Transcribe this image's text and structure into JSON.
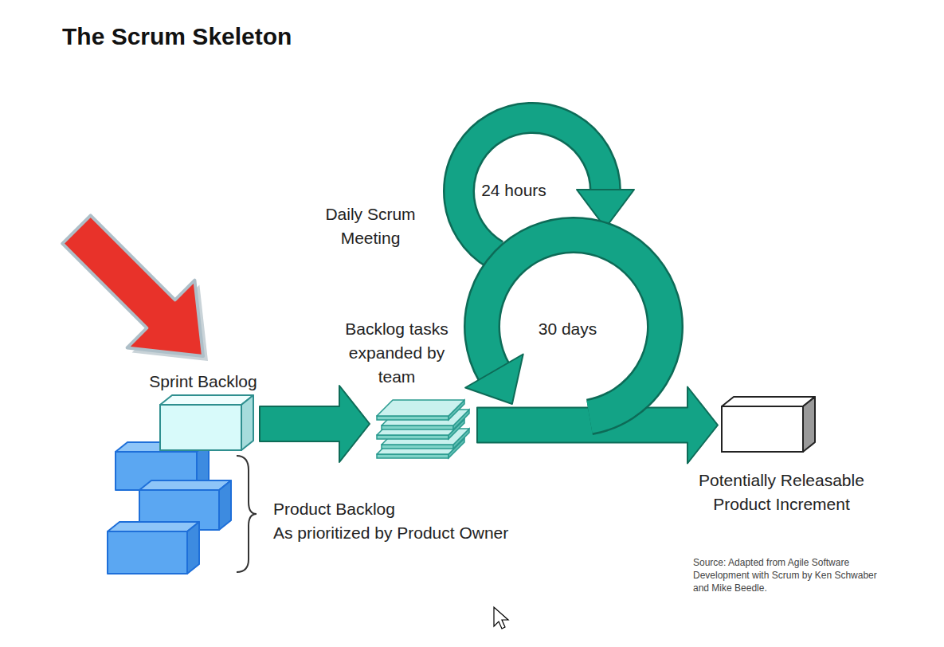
{
  "diagram": {
    "title": "The Scrum Skeleton",
    "caption": "Source: Adapted from Agile Software Development with Scrum by Ken Schwaber and Mike Beedle.",
    "nodes": [
      {
        "text": [
          "Sprint Backlog"
        ]
      },
      {
        "text": [
          "Backlog tasks expanded by team"
        ]
      },
      {
        "text": [
          "Potentially Releasable Product Increment"
        ]
      }
    ],
    "edges": [
      {
        "from": 0,
        "to": 1,
        "arrow": "to"
      },
      {
        "from": 1,
        "to": 2,
        "arrow": "to"
      }
    ],
    "labels": [
      "Daily Scrum Meeting",
      "24 hours",
      "30 days",
      "Product Backlog",
      "As prioritized by Product Owner"
    ]
  }
}
